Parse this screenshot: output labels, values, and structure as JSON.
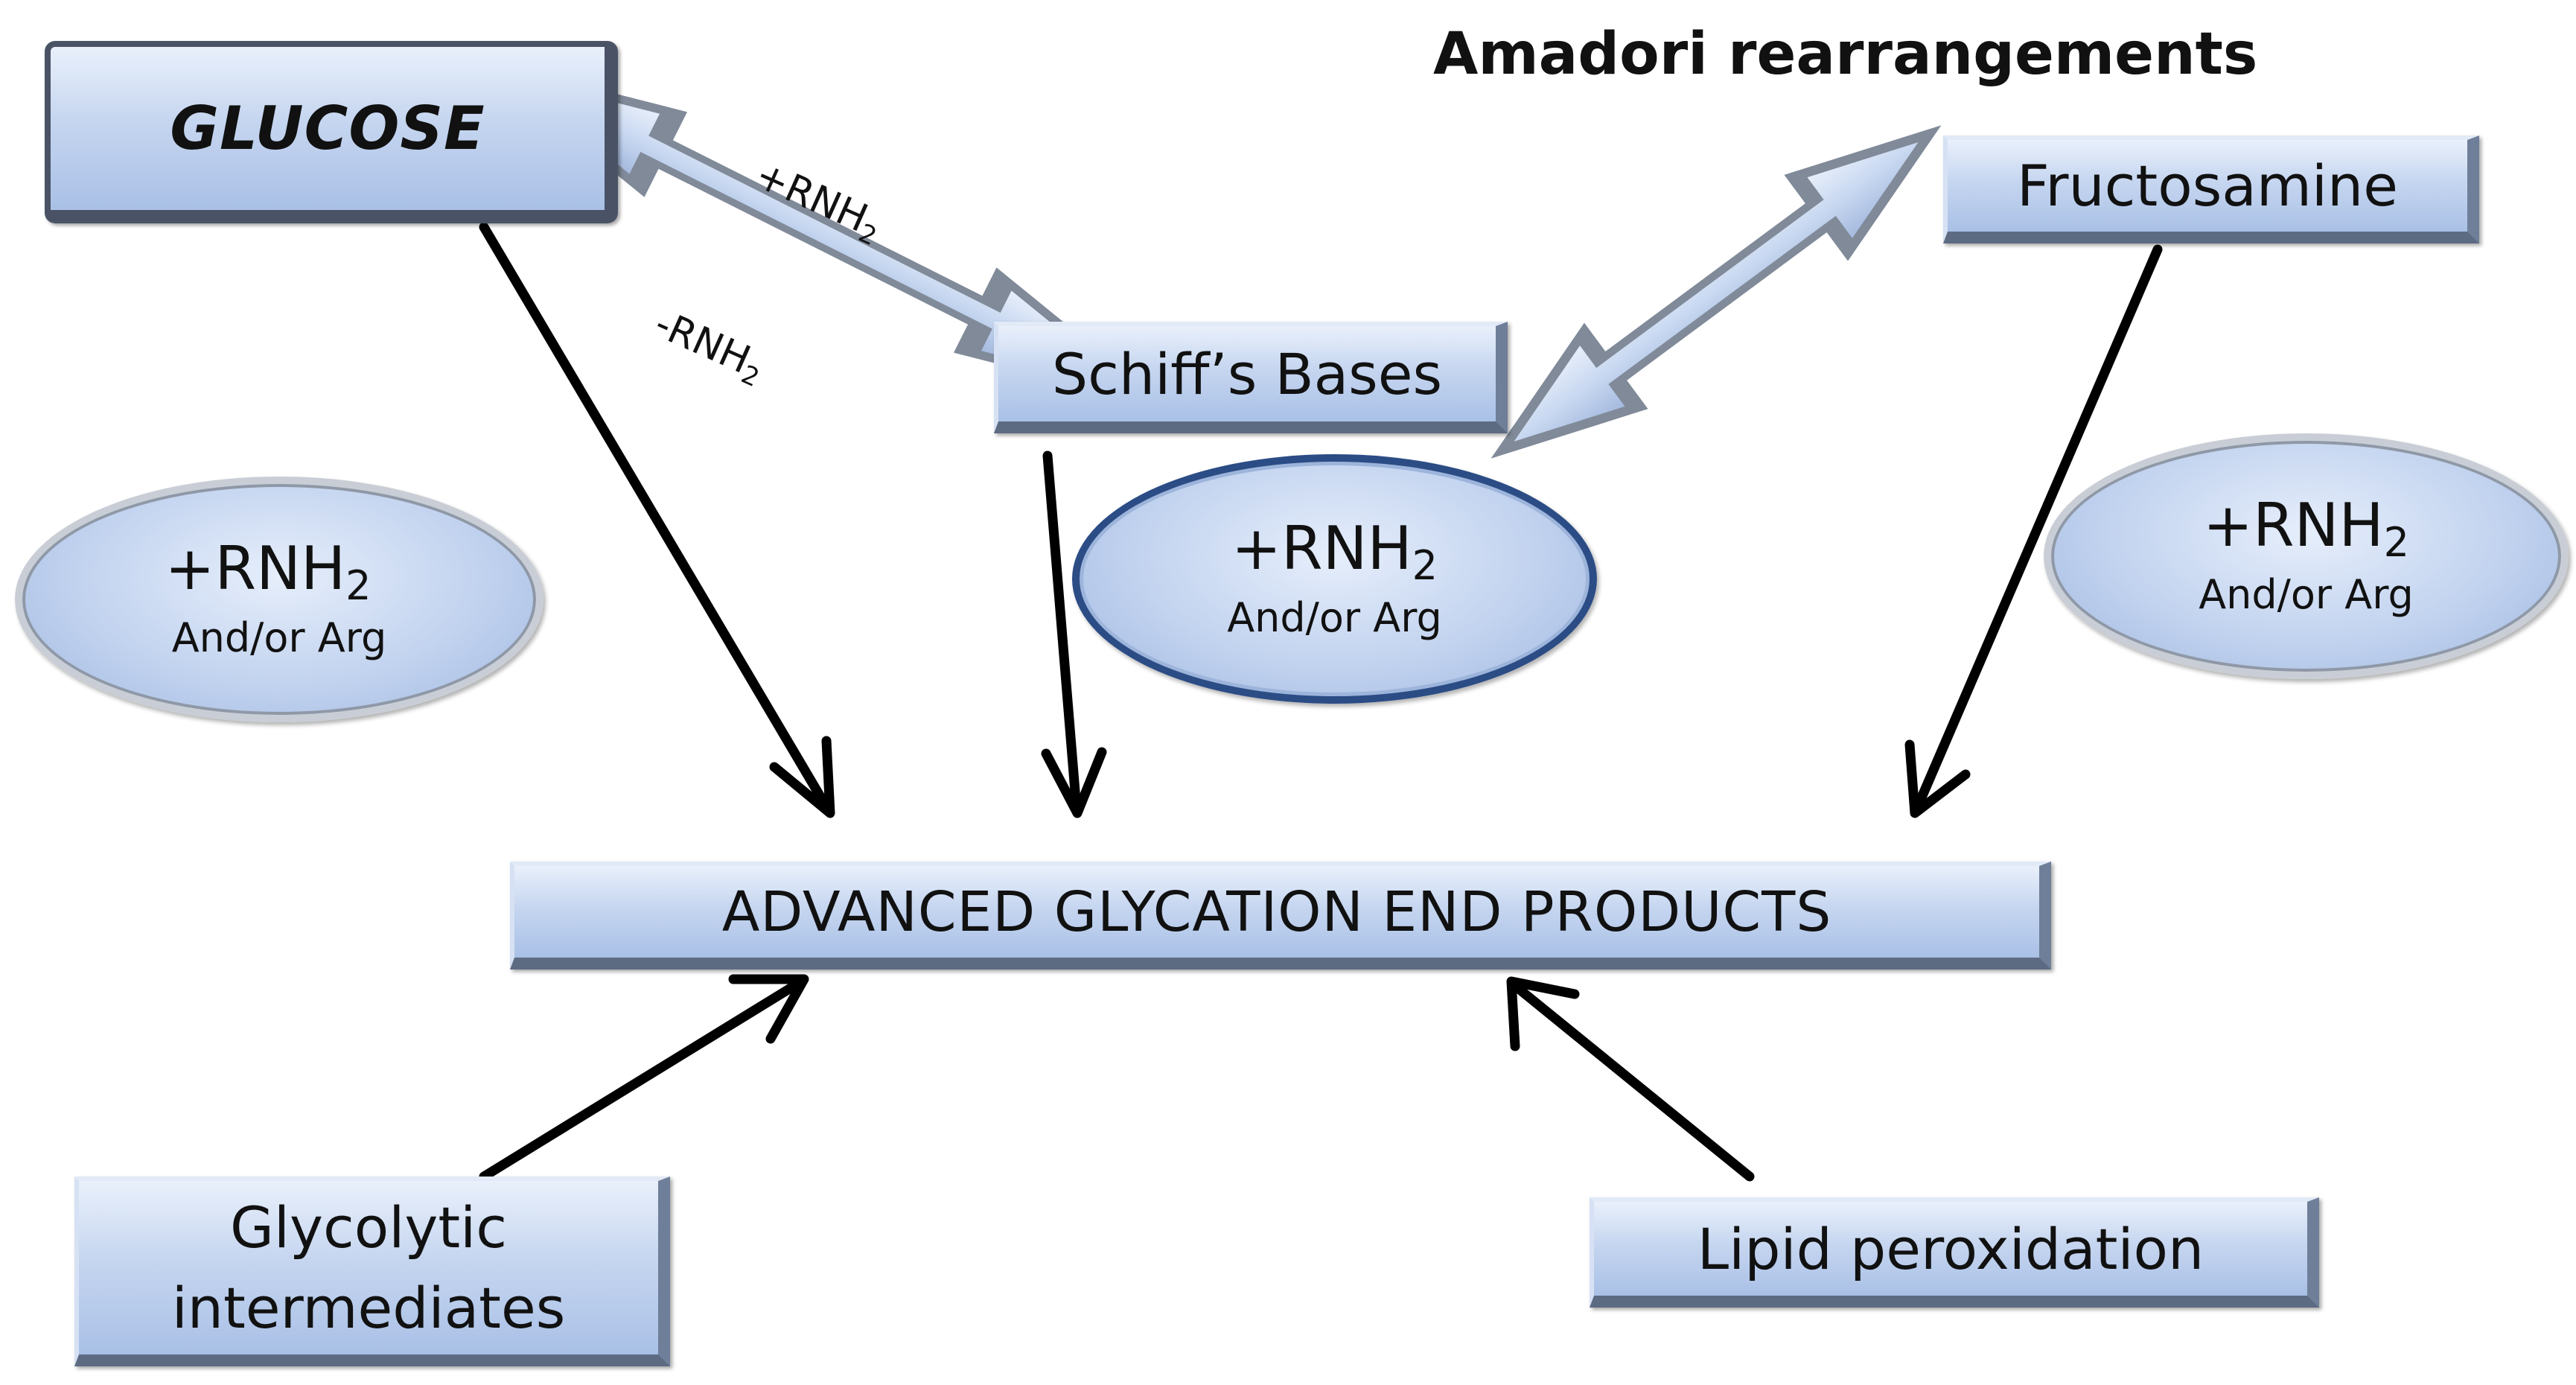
{
  "title": "Amadori rearrangements",
  "nodes": {
    "glucose": "GLUCOSE",
    "schiff_bases": "Schiff’s Bases",
    "fructosamine": "Fructosamine",
    "age": "ADVANCED GLYCATION END PRODUCTS",
    "glycolytic": [
      "Glycolytic",
      "intermediates"
    ],
    "lipid": "Lipid peroxidation"
  },
  "ellipses": [
    {
      "main": "+RNH",
      "subscript": "2",
      "sub_label": "And/or Arg"
    },
    {
      "main": "+RNH",
      "subscript": "2",
      "sub_label": "And/or Arg"
    },
    {
      "main": "+RNH",
      "subscript": "2",
      "sub_label": "And/or Arg"
    }
  ],
  "arrow_labels": {
    "forward": {
      "main": "+RNH",
      "subscript": "2"
    },
    "reverse": {
      "main": "-RNH",
      "subscript": "2"
    }
  },
  "colors": {
    "box_fill": "#c6d6f0",
    "box_shadow_edge": "#6f7f99",
    "ellipse_border_dark": "#2b4c85",
    "arrow": "#000000",
    "double_arrow_fill": "#c8d8f1",
    "double_arrow_outline": "#808a99"
  }
}
